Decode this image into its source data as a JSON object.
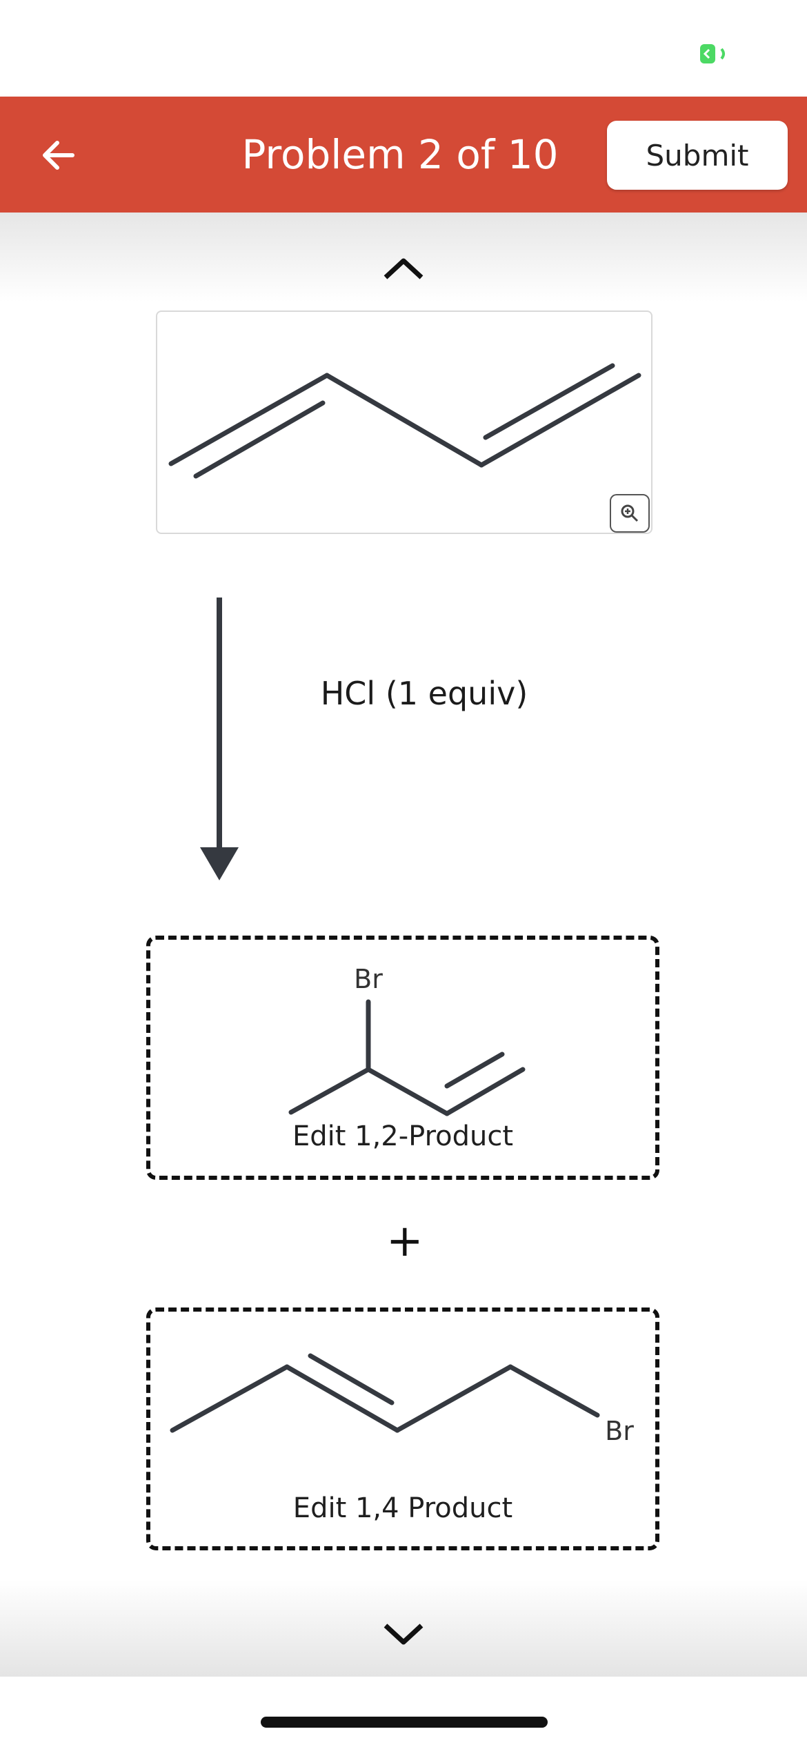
{
  "header": {
    "title": "Problem 2 of 10",
    "submit_label": "Submit",
    "accent_color": "#d44a36"
  },
  "reaction": {
    "reagent": "HCl (1 equiv)",
    "products": [
      {
        "atom_label": "Br",
        "edit_label": "Edit 1,2-Product"
      },
      {
        "atom_label": "Br",
        "edit_label": "Edit 1,4 Product"
      }
    ],
    "plus": "+"
  },
  "icons": {
    "back": "arrow-left-icon",
    "up": "chevron-up-icon",
    "down": "chevron-down-icon",
    "zoom": "zoom-in-icon",
    "status": "battery-icon"
  }
}
